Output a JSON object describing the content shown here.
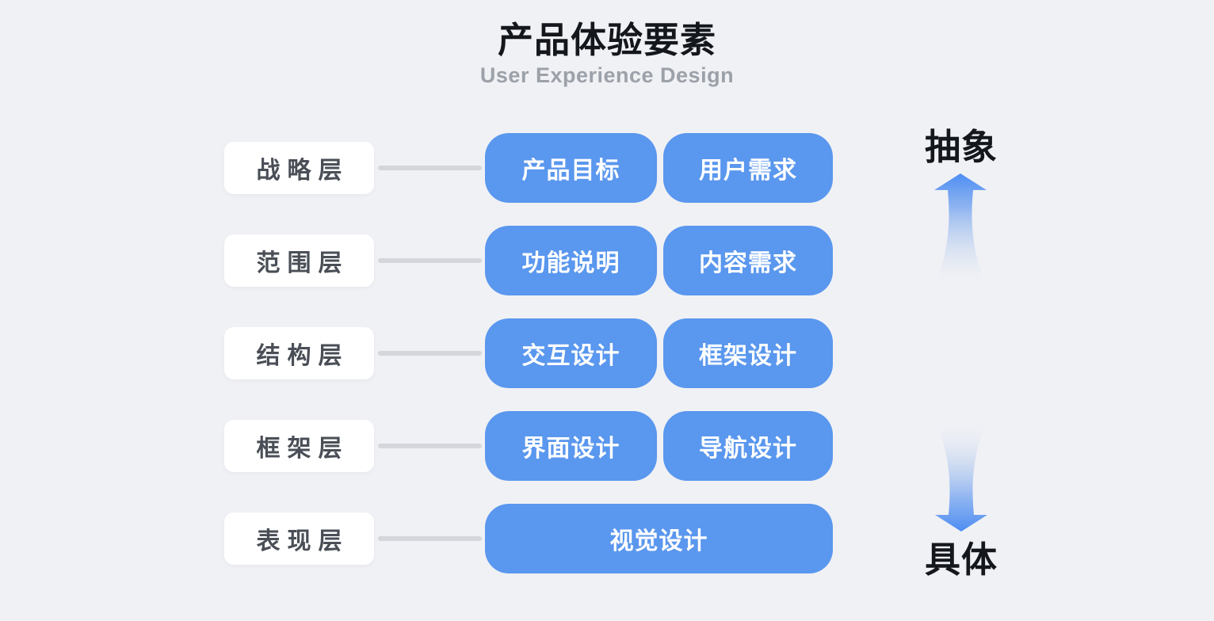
{
  "header": {
    "title": "产品体验要素",
    "subtitle": "User Experience Design"
  },
  "rows": [
    {
      "label": "战略层",
      "boxes": [
        "产品目标",
        "用户需求"
      ]
    },
    {
      "label": "范围层",
      "boxes": [
        "功能说明",
        "内容需求"
      ]
    },
    {
      "label": "结构层",
      "boxes": [
        "交互设计",
        "框架设计"
      ]
    },
    {
      "label": "框架层",
      "boxes": [
        "界面设计",
        "导航设计"
      ]
    },
    {
      "label": "表现层",
      "boxes": [
        "视觉设计"
      ]
    }
  ],
  "axis": {
    "top_label": "抽象",
    "top_icon": "arrow-up-icon",
    "bottom_label": "具体",
    "bottom_icon": "arrow-down-icon"
  },
  "colors": {
    "background": "#F0F1F5",
    "box_blue": "#5A97EE",
    "box_text": "#FFFFFF",
    "label_bg": "#FFFFFF",
    "label_text": "#4A4F57",
    "connector": "#D4D6DB",
    "title_text": "#14171C",
    "subtitle_text": "#9CA1A9",
    "arrow_blue": "#4C8DF2"
  }
}
